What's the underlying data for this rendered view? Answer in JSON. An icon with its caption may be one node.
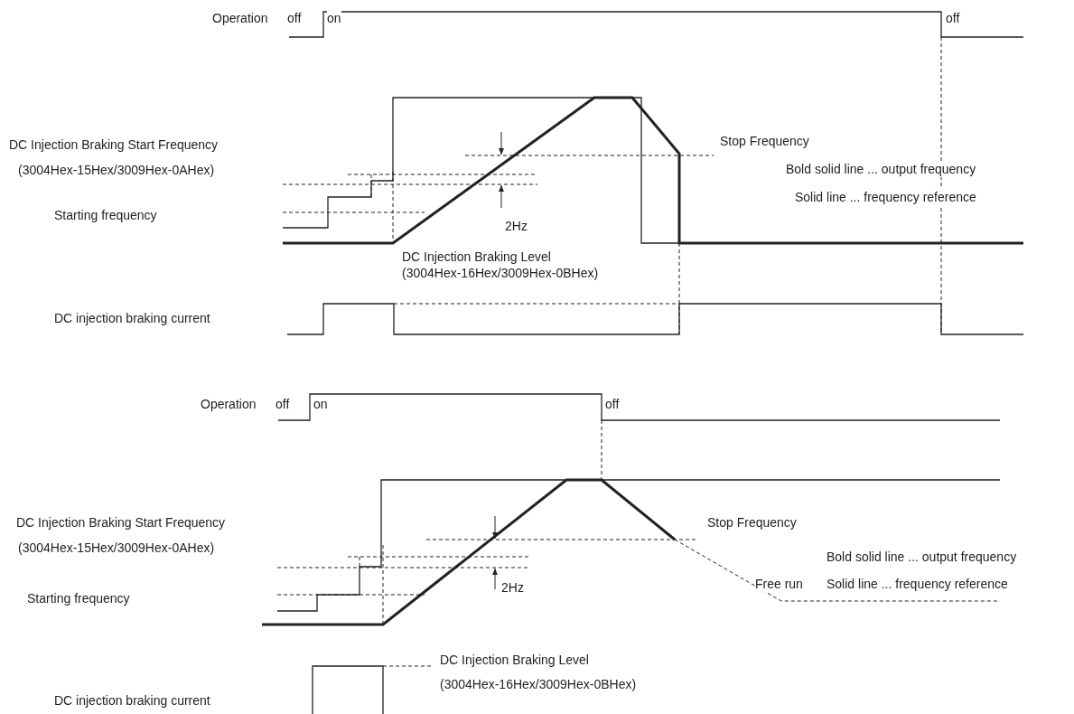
{
  "diagram": {
    "labels": [
      "Operation",
      "off",
      "on",
      "off",
      "DC Injection Braking Start Frequency",
      "Stop Frequency",
      "(3004Hex-15Hex/3009Hex-0AHex)",
      "Bold solid line ... output frequency",
      "Solid line ... frequency reference",
      "2Hz",
      "Starting frequency",
      "DC Injection Braking Level",
      "(3004Hex-16Hex/3009Hex-0BHex)",
      "DC injection braking current",
      "Operation",
      "off",
      "on",
      "off",
      "DC Injection Braking Start Frequency",
      "Stop Frequency",
      "(3004Hex-15Hex/3009Hex-0AHex)",
      "Bold solid line ... output frequency",
      "Starting frequency",
      "2Hz",
      "Free run",
      "Solid line ... frequency reference",
      "DC Injection Braking Level",
      "(3004Hex-16Hex/3009Hex-0BHex)",
      "DC injection braking current"
    ]
  }
}
